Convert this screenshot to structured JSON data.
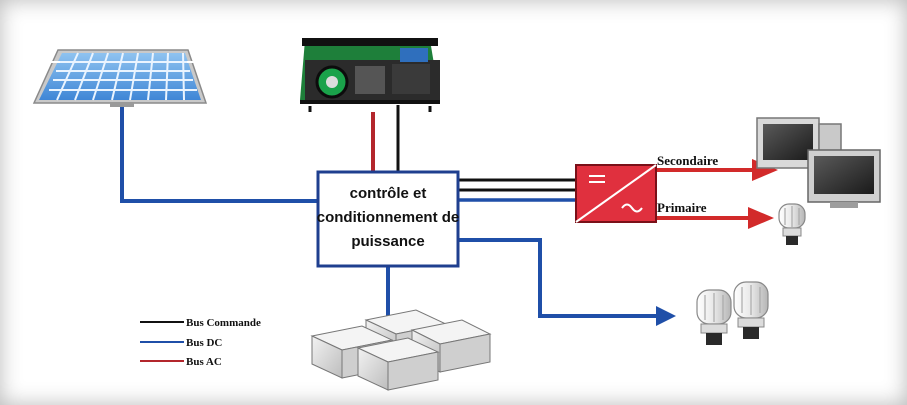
{
  "diagram": {
    "control_box": {
      "lines": [
        "contrôle et",
        "conditionnement de",
        "puissance"
      ]
    },
    "inverter": {
      "outputs": {
        "secondary": "Secondaire",
        "primary": "Primaire"
      }
    },
    "legend": {
      "items": [
        {
          "label": "Bus Commande",
          "color": "#111111"
        },
        {
          "label": "Bus DC",
          "color": "#1f4fa8"
        },
        {
          "label": "Bus AC",
          "color": "#b3262c"
        }
      ]
    },
    "icons": {
      "solar_panel": "solar-panel-icon",
      "generator": "generator-icon",
      "battery_bank": "battery-icon",
      "computer": "computer-icon",
      "lamp": "lamp-icon"
    },
    "colors": {
      "dc": "#1f4fa8",
      "ac": "#b3262c",
      "command": "#111111",
      "inverter_fill": "#e0303e",
      "arrow_red": "#d22a2a",
      "arrow_blue": "#1f4fa8"
    }
  }
}
